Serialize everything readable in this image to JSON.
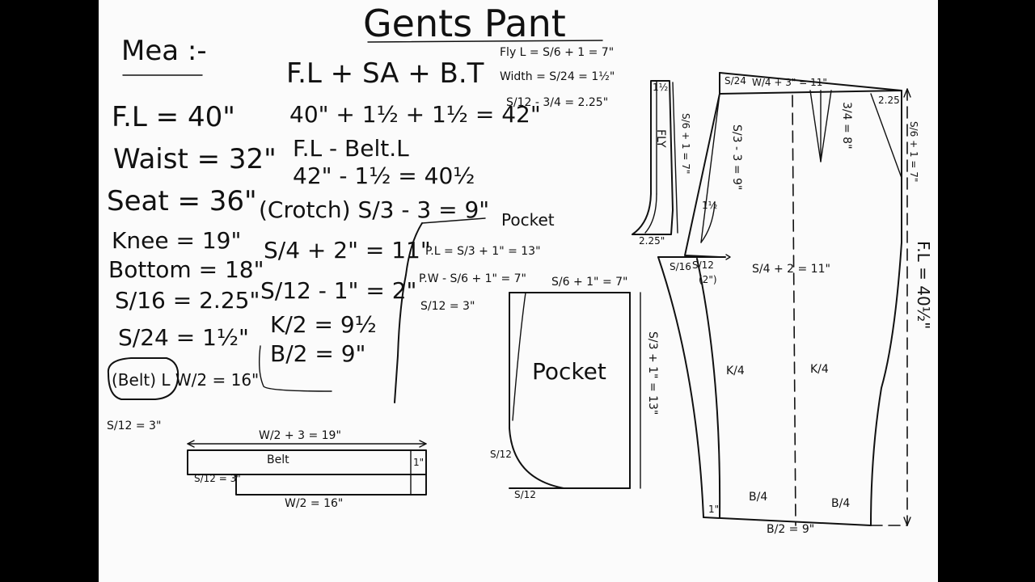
{
  "title": "Gents Pant",
  "measurements": {
    "heading": "Mea :-",
    "rows": [
      "F.L = 40\"",
      "Waist = 32\"",
      "Seat = 36\"",
      "Knee = 19\"",
      "Bottom = 18\"",
      "S/16 = 2.25\"",
      "S/24 = 1½\"",
      "(Belt) L W/2 = 16\"",
      "S/12 = 3\""
    ]
  },
  "formulas": {
    "rows": [
      "F.L + SA + B.T",
      "40\" + 1½ + 1½ = 42\"",
      "F.L - Belt.L",
      "42\" - 1½ = 40½",
      "(Crotch) S/3 - 3 = 9\"",
      "S/4 + 2\" = 11\"",
      "S/12 - 1\" = 2\"",
      "K/2 = 9½",
      "B/2 = 9\""
    ]
  },
  "fly_notes": [
    "Fly L = S/6 + 1 = 7\"",
    "Width = S/24 = 1½\"",
    "S/12 - 3/4 = 2.25\""
  ],
  "pocket_notes": {
    "heading": "Pocket",
    "rows": [
      "P.L = S/3 + 1\" = 13\"",
      "P.W - S/6 + 1\" = 7\"",
      "S/12 = 3\""
    ]
  },
  "belt_diagram": {
    "top_dim": "W/2 + 3 = 19\"",
    "label": "Belt",
    "side_dim": "S/12 = 3\"",
    "bottom_dim": "W/2 = 16\"",
    "end_mark": "1\""
  },
  "pocket_diagram": {
    "label": "Pocket",
    "top_dim": "S/6 + 1\" = 7\"",
    "side_dim": "S/3 + 1\" = 13\"",
    "curve_dim": "S/12",
    "bottom_dim": "S/12"
  },
  "fly_diagram": {
    "label": "FLY",
    "width_mark": "1½",
    "side_dim": "S/6 + 1 = 7\"",
    "bottom_dim": "2.25\""
  },
  "pant_diagram": {
    "top_left": "S/24",
    "waist": "W/4 + 3\" = 11\"",
    "dart": "3/4 = 8\"",
    "top_right": "2.25",
    "right_dim": "S/6 + 1 = 7\"",
    "crotch": "S/3 - 3 = 9\"",
    "crotch_small": "1½",
    "seat_marks": [
      "S/16",
      "S/12",
      "(2\")"
    ],
    "seat_line": "S/4 + 2 = 11\"",
    "full_length": "F.L = 40½\"",
    "knee_marks": [
      "K/4",
      "K/4"
    ],
    "bottom_marks": [
      "B/4",
      "B/4"
    ],
    "bottom_line": "B/2 = 9\"",
    "side_mark": "1\""
  }
}
